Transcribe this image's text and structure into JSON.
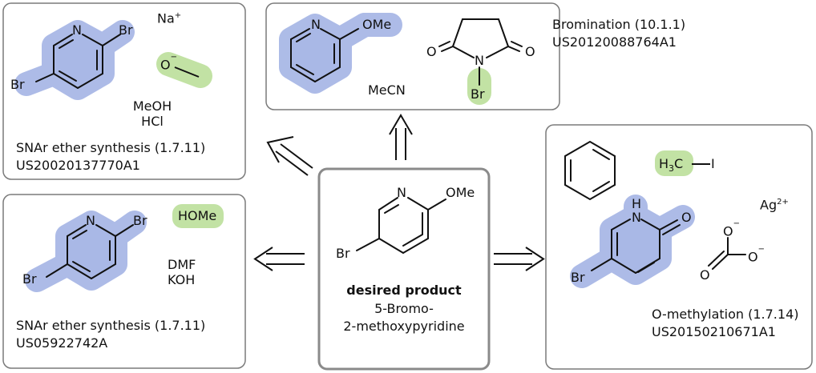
{
  "target": {
    "atoms": {
      "N": "N",
      "substituent": "OMe",
      "halogen": "Br"
    },
    "caption_bold": "desired product",
    "caption_line1": "5-Bromo-",
    "caption_line2": "2-methoxypyridine"
  },
  "routes": [
    {
      "id": "top-left",
      "reagents": [
        {
          "atoms": {
            "N": "N",
            "halogen1": "Br",
            "halogen2": "Br"
          }
        },
        {
          "text": "O",
          "charge": "−"
        }
      ],
      "counterion": {
        "text": "Na",
        "charge": "+"
      },
      "solvents": [
        "MeOH",
        "HCl"
      ],
      "reaction": "SNAr ether synthesis (1.7.11)",
      "patent": "US20020137770A1"
    },
    {
      "id": "top-middle",
      "reagents": [
        {
          "atoms": {
            "N": "N",
            "substituent": "OMe"
          }
        },
        {
          "atoms": {
            "O1": "O",
            "O2": "O",
            "N": "N",
            "halogen": "Br"
          }
        }
      ],
      "solvents": [
        "MeCN"
      ],
      "reaction": "Bromination (10.1.1)",
      "patent": "US20120088764A1"
    },
    {
      "id": "bottom-left",
      "reagents": [
        {
          "atoms": {
            "N": "N",
            "halogen1": "Br",
            "halogen2": "Br"
          }
        },
        {
          "text": "HOMe"
        }
      ],
      "solvents": [
        "DMF",
        "KOH"
      ],
      "reaction": "SNAr ether synthesis (1.7.11)",
      "patent": "US05922742A"
    },
    {
      "id": "right",
      "reagents": [
        {
          "name": "benzene"
        },
        {
          "parts": [
            "H",
            "3",
            "C",
            "I"
          ]
        },
        {
          "atoms": {
            "NH": "H",
            "N": "N",
            "O": "O",
            "halogen": "Br"
          }
        },
        {
          "atoms": {
            "O1": "O",
            "O2": "O",
            "O3": "O",
            "charge": "−"
          }
        }
      ],
      "counterion": {
        "text": "Ag",
        "charge": "2+"
      },
      "reaction": "O-methylation (1.7.14)",
      "patent": "US20150210671A1"
    }
  ],
  "colors": {
    "highlight_blue": "#a9b8e6",
    "highlight_green": "#c2e2a4",
    "box_border": "#7a7a7a",
    "center_border": "#8a8a8a",
    "ink": "#111111"
  }
}
